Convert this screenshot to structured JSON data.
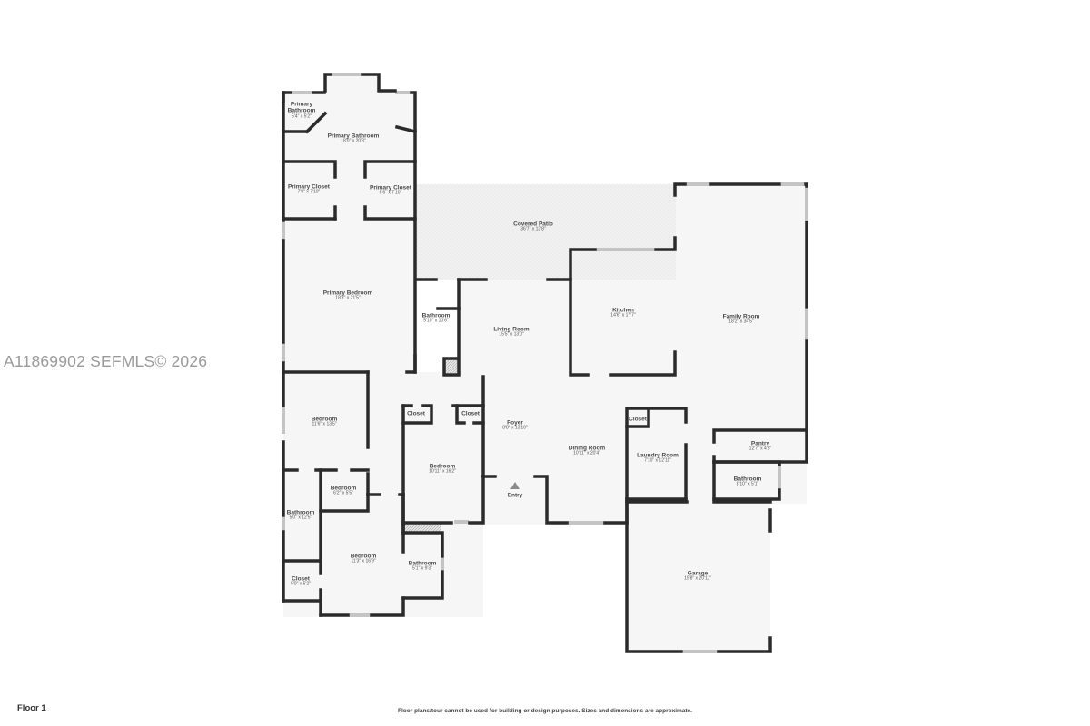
{
  "watermark": "A11869902  SEFMLS© 2026",
  "floor_label": "Floor 1",
  "disclaimer": "Floor plans/tour cannot be used for building or design purposes. Sizes and dimensions are approximate.",
  "entry": {
    "label": "Entry",
    "icon": "triangle-up-arrow"
  },
  "colors": {
    "wall": "#2b2b2b",
    "floor": "#f6f6f6",
    "window": "#c4c4c4",
    "watermark": "#9a9a9a"
  },
  "rooms": [
    {
      "name": "Primary Bathroom",
      "name2": "",
      "dim": "5'4\" x 5'2\"",
      "multi": true,
      "line1": "Primary",
      "line2": "Bathroom"
    },
    {
      "name": "Primary Bathroom",
      "dim": "18'0\" x 20'3\""
    },
    {
      "name": "Primary Closet",
      "dim": "7'0\" x 7'10\""
    },
    {
      "name": "Primary Closet",
      "dim": "6'6\" x 7'10\""
    },
    {
      "name": "Covered Patio",
      "dim": "36'7\" x 13'8\""
    },
    {
      "name": "Primary Bedroom",
      "dim": "18'3\" x 21'5\""
    },
    {
      "name": "Bathroom",
      "dim": "5'10\" x 10'6\""
    },
    {
      "name": "Living Room",
      "dim": "15'5\" x 13'0\""
    },
    {
      "name": "Kitchen",
      "dim": "14'6\" x 17'7\""
    },
    {
      "name": "Family Room",
      "dim": "18'2\" x 34'5\""
    },
    {
      "name": "Bedroom",
      "dim": "11'6\" x 13'5\""
    },
    {
      "name": "Closet",
      "dim": ""
    },
    {
      "name": "Closet",
      "dim": ""
    },
    {
      "name": "Foyer",
      "dim": "8'8\" x 13'10\""
    },
    {
      "name": "Dining Room",
      "dim": "10'11\" x 20'4\""
    },
    {
      "name": "Closet",
      "dim": ""
    },
    {
      "name": "Laundry Room",
      "dim": "7'10\" x 12'11\""
    },
    {
      "name": "Pantry",
      "dim": "12'7\" x 4'3\""
    },
    {
      "name": "Bathroom",
      "dim": "8'10\" x 5'1\""
    },
    {
      "name": "Bedroom",
      "dim": "10'11\" x 16'2\""
    },
    {
      "name": "Bedroom",
      "dim": "6'2\" x 5'5\""
    },
    {
      "name": "Bathroom",
      "dim": "5'0\" x 12'5\""
    },
    {
      "name": "Bedroom",
      "dim": "11'3\" x 16'9\""
    },
    {
      "name": "Bathroom",
      "dim": "5'1\" x 9'3\""
    },
    {
      "name": "Closet",
      "dim": "5'0\" x 5'2\""
    },
    {
      "name": "Garage",
      "dim": "19'8\" x 20'11\""
    }
  ]
}
